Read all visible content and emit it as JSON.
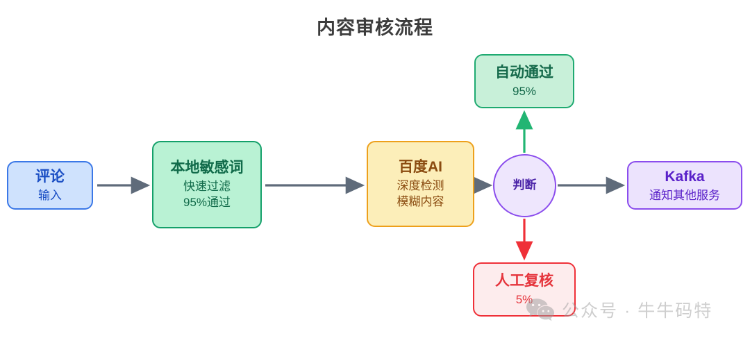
{
  "diagram": {
    "title": "内容审核流程",
    "background_color": "#ffffff",
    "title_color": "#3c3c3c"
  },
  "nodes": [
    {
      "id": "comment",
      "line1": "评论",
      "line2": "输入",
      "line3": "",
      "fill": "#cfe2fd",
      "border": "#3b78e7",
      "text": "#1b4fc4"
    },
    {
      "id": "local_filter",
      "line1": "本地敏感词",
      "line2": "快速过滤",
      "line3": "95%通过",
      "fill": "#b9f2d4",
      "border": "#14a06a",
      "text": "#116b4a"
    },
    {
      "id": "baidu_ai",
      "line1": "百度AI",
      "line2": "深度检测",
      "line3": "模糊内容",
      "fill": "#fceeb9",
      "border": "#eda01b",
      "text": "#8a4b10"
    },
    {
      "id": "decision",
      "line1": "判断",
      "line2": "",
      "line3": "",
      "fill": "#eee6fd",
      "border": "#8b4ded",
      "text": "#4b24a8"
    },
    {
      "id": "auto_pass",
      "line1": "自动通过",
      "line2": "95%",
      "line3": "",
      "fill": "#c8f0d9",
      "border": "#1faa71",
      "text": "#14694a"
    },
    {
      "id": "manual_review",
      "line1": "人工复核",
      "line2": "5%",
      "line3": "",
      "fill": "#fdeced",
      "border": "#ef3038",
      "text": "#e5343c"
    },
    {
      "id": "kafka",
      "line1": "Kafka",
      "line2": "通知其他服务",
      "line3": "",
      "fill": "#ece3fd",
      "border": "#8b4ded",
      "text": "#5a21c9"
    }
  ],
  "edges": [
    {
      "id": "comment-to-local",
      "from": "comment",
      "to": "local_filter",
      "color": "#5f6b7a",
      "label": ""
    },
    {
      "id": "local-to-baidu",
      "from": "local_filter",
      "to": "baidu_ai",
      "color": "#5f6b7a",
      "label": ""
    },
    {
      "id": "baidu-to-decision",
      "from": "baidu_ai",
      "to": "decision",
      "color": "#5f6b7a",
      "label": ""
    },
    {
      "id": "decision-to-kafka",
      "from": "decision",
      "to": "kafka",
      "color": "#5f6b7a",
      "label": ""
    },
    {
      "id": "decision-to-auto-pass",
      "from": "decision",
      "to": "auto_pass",
      "color": "#22b573",
      "label": ""
    },
    {
      "id": "decision-to-manual",
      "from": "decision",
      "to": "manual_review",
      "color": "#ef3038",
      "label": ""
    }
  ],
  "watermark": {
    "icon": "wechat-icon",
    "text": "公众号 · 牛牛码特",
    "color": "#9a9a9a"
  }
}
